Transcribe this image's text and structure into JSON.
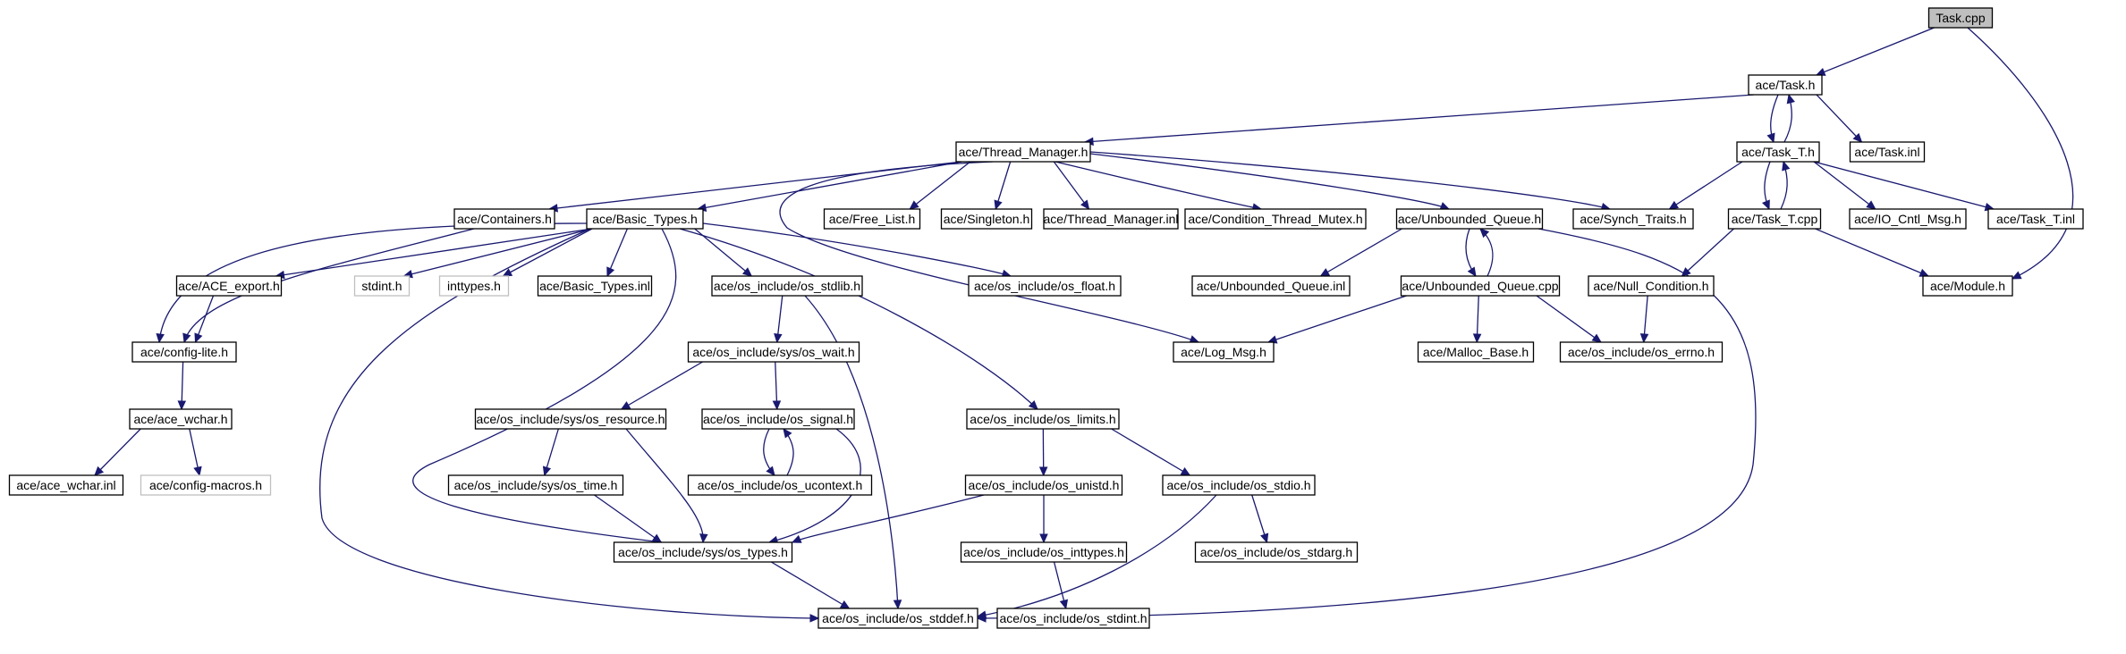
{
  "diagram": {
    "title": "Task.cpp include dependency graph",
    "colors": {
      "edge": "#191970",
      "root_fill": "#bfbfbf",
      "missing_border": "#bfbfbf",
      "node_border": "#000000",
      "background": "#ffffff"
    },
    "nodes": [
      {
        "id": "n0",
        "label": "Task.cpp",
        "root": true
      },
      {
        "id": "n1",
        "label": "ace/Task.h"
      },
      {
        "id": "n2",
        "label": "ace/Thread_Manager.h"
      },
      {
        "id": "n3",
        "label": "ace/Containers.h"
      },
      {
        "id": "n4",
        "label": "ace/Basic_Types.h"
      },
      {
        "id": "n5",
        "label": "ace/ACE_export.h"
      },
      {
        "id": "n6",
        "label": "ace/config-lite.h"
      },
      {
        "id": "n7",
        "label": "ace/ace_wchar.h"
      },
      {
        "id": "n8",
        "label": "ace/ace_wchar.inl"
      },
      {
        "id": "n9",
        "label": "ace/config-macros.h",
        "missing": true
      },
      {
        "id": "n10",
        "label": "stdint.h",
        "missing": true
      },
      {
        "id": "n11",
        "label": "inttypes.h",
        "missing": true
      },
      {
        "id": "n12",
        "label": "ace/Basic_Types.inl"
      },
      {
        "id": "n13",
        "label": "ace/os_include/os_stdlib.h"
      },
      {
        "id": "n14",
        "label": "ace/os_include/sys/os_wait.h"
      },
      {
        "id": "n15",
        "label": "ace/os_include/sys/os_resource.h"
      },
      {
        "id": "n16",
        "label": "ace/os_include/sys/os_time.h"
      },
      {
        "id": "n17",
        "label": "ace/os_include/sys/os_types.h"
      },
      {
        "id": "n18",
        "label": "ace/os_include/os_stddef.h"
      },
      {
        "id": "n19",
        "label": "ace/os_include/os_signal.h"
      },
      {
        "id": "n20",
        "label": "ace/os_include/os_ucontext.h"
      },
      {
        "id": "n21",
        "label": "ace/os_include/os_float.h"
      },
      {
        "id": "n22",
        "label": "ace/os_include/os_limits.h"
      },
      {
        "id": "n23",
        "label": "ace/os_include/os_unistd.h"
      },
      {
        "id": "n24",
        "label": "ace/os_include/os_inttypes.h"
      },
      {
        "id": "n25",
        "label": "ace/os_include/os_stdint.h"
      },
      {
        "id": "n26",
        "label": "ace/os_include/os_stdio.h"
      },
      {
        "id": "n27",
        "label": "ace/os_include/os_stdarg.h"
      },
      {
        "id": "n28",
        "label": "ace/Free_List.h"
      },
      {
        "id": "n29",
        "label": "ace/Singleton.h"
      },
      {
        "id": "n30",
        "label": "ace/Thread_Manager.inl"
      },
      {
        "id": "n31",
        "label": "ace/Condition_Thread_Mutex.h"
      },
      {
        "id": "n32",
        "label": "ace/Unbounded_Queue.h"
      },
      {
        "id": "n33",
        "label": "ace/Unbounded_Queue.inl"
      },
      {
        "id": "n34",
        "label": "ace/Unbounded_Queue.cpp"
      },
      {
        "id": "n35",
        "label": "ace/Log_Msg.h"
      },
      {
        "id": "n36",
        "label": "ace/Malloc_Base.h"
      },
      {
        "id": "n37",
        "label": "ace/os_include/os_errno.h"
      },
      {
        "id": "n38",
        "label": "ace/Synch_Traits.h"
      },
      {
        "id": "n39",
        "label": "ace/Task.inl"
      },
      {
        "id": "n40",
        "label": "ace/Task_T.h"
      },
      {
        "id": "n41",
        "label": "ace/Task_T.cpp"
      },
      {
        "id": "n42",
        "label": "ace/IO_Cntl_Msg.h"
      },
      {
        "id": "n43",
        "label": "ace/Task_T.inl"
      },
      {
        "id": "n44",
        "label": "ace/Null_Condition.h"
      },
      {
        "id": "n45",
        "label": "ace/Module.h"
      }
    ],
    "edges": [
      [
        "n0",
        "n1"
      ],
      [
        "n0",
        "n45"
      ],
      [
        "n1",
        "n2"
      ],
      [
        "n1",
        "n39"
      ],
      [
        "n1",
        "n40"
      ],
      [
        "n40",
        "n1"
      ],
      [
        "n40",
        "n38"
      ],
      [
        "n40",
        "n41"
      ],
      [
        "n40",
        "n42"
      ],
      [
        "n40",
        "n43"
      ],
      [
        "n41",
        "n40"
      ],
      [
        "n41",
        "n44"
      ],
      [
        "n41",
        "n45"
      ],
      [
        "n44",
        "n37"
      ],
      [
        "n2",
        "n3"
      ],
      [
        "n2",
        "n4"
      ],
      [
        "n2",
        "n28"
      ],
      [
        "n2",
        "n29"
      ],
      [
        "n2",
        "n30"
      ],
      [
        "n2",
        "n31"
      ],
      [
        "n2",
        "n32"
      ],
      [
        "n2",
        "n38"
      ],
      [
        "n2",
        "n35"
      ],
      [
        "n4",
        "n5"
      ],
      [
        "n4",
        "n6"
      ],
      [
        "n4",
        "n10"
      ],
      [
        "n4",
        "n11"
      ],
      [
        "n4",
        "n12"
      ],
      [
        "n4",
        "n13"
      ],
      [
        "n4",
        "n21"
      ],
      [
        "n4",
        "n22"
      ],
      [
        "n4",
        "n17"
      ],
      [
        "n4",
        "n18"
      ],
      [
        "n3",
        "n6"
      ],
      [
        "n5",
        "n6"
      ],
      [
        "n6",
        "n7"
      ],
      [
        "n7",
        "n8"
      ],
      [
        "n7",
        "n9"
      ],
      [
        "n13",
        "n14"
      ],
      [
        "n13",
        "n18"
      ],
      [
        "n14",
        "n15"
      ],
      [
        "n14",
        "n19"
      ],
      [
        "n15",
        "n16"
      ],
      [
        "n15",
        "n17"
      ],
      [
        "n16",
        "n17"
      ],
      [
        "n19",
        "n20"
      ],
      [
        "n19",
        "n17"
      ],
      [
        "n20",
        "n19"
      ],
      [
        "n17",
        "n18"
      ],
      [
        "n22",
        "n23"
      ],
      [
        "n22",
        "n26"
      ],
      [
        "n23",
        "n17"
      ],
      [
        "n23",
        "n24"
      ],
      [
        "n24",
        "n25"
      ],
      [
        "n26",
        "n27"
      ],
      [
        "n26",
        "n18"
      ],
      [
        "n32",
        "n33"
      ],
      [
        "n32",
        "n34"
      ],
      [
        "n32",
        "n18"
      ],
      [
        "n34",
        "n32"
      ],
      [
        "n34",
        "n35"
      ],
      [
        "n34",
        "n36"
      ],
      [
        "n34",
        "n37"
      ]
    ]
  }
}
